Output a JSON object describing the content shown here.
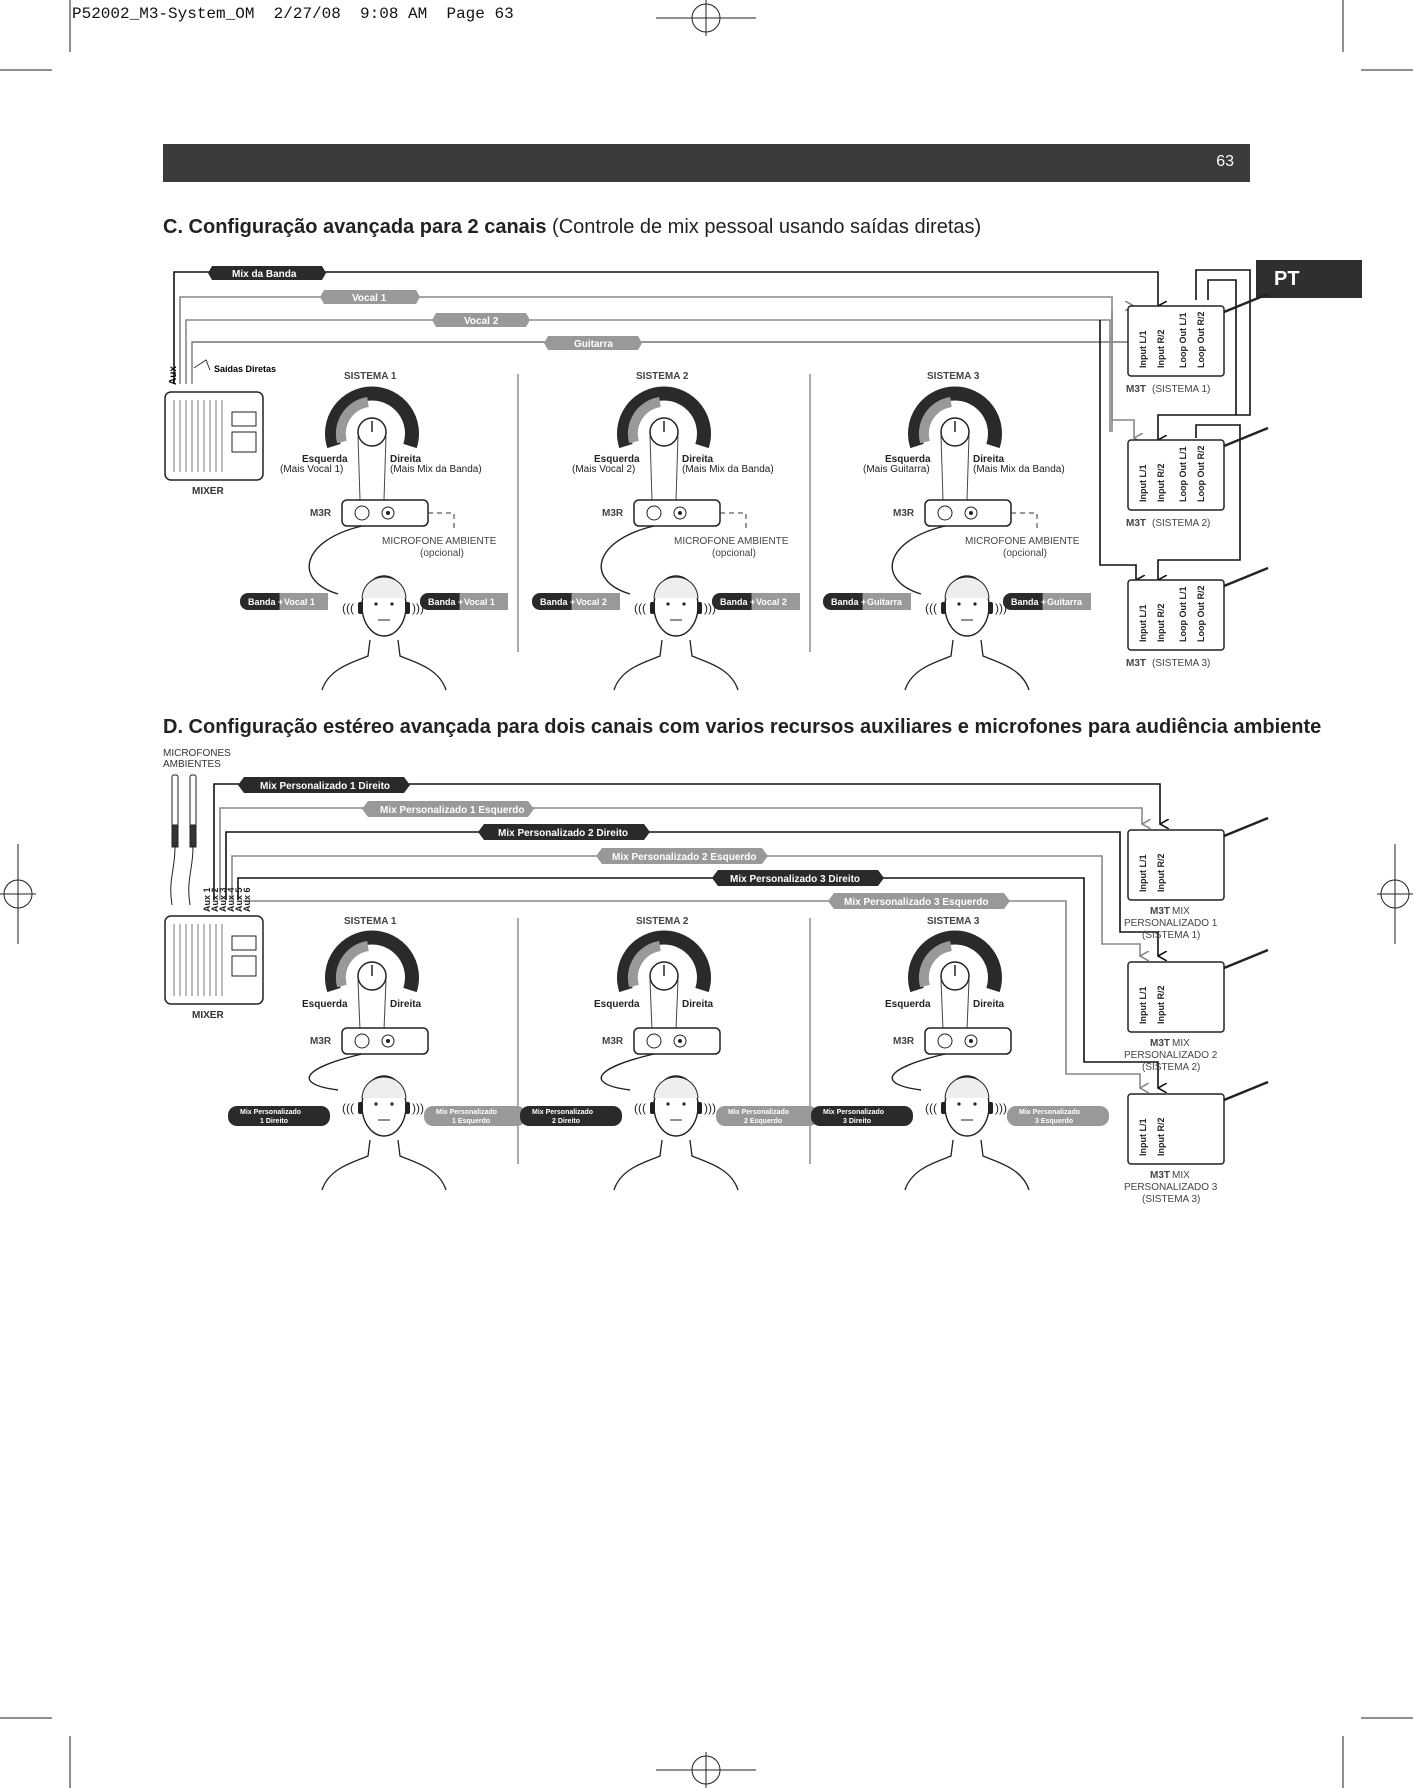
{
  "header": {
    "file_line": "P52002_M3-System_OM  2/27/08  9:08 AM  Page 63",
    "page_number": "63",
    "lang_tab": "PT"
  },
  "section_c": {
    "title_bold": "C.  Configuração avançada para 2 canais",
    "title_normal": " (Controle de mix pessoal usando saídas diretas)",
    "bus_labels": [
      "Mix da Banda",
      "Vocal 1",
      "Vocal 2",
      "Guitarra"
    ],
    "aux_label": "Aux",
    "direct_outs": "Saídas Diretas",
    "mixer_label": "MIXER",
    "systems": [
      {
        "title": "SISTEMA 1",
        "left": "Esquerda",
        "left_sub": "(Mais Vocal 1)",
        "right": "Direita",
        "right_sub": "(Mais Mix da Banda)",
        "m3r": "M3R",
        "mic": "MICROFONE AMBIENTE",
        "mic_sub": "(opcional)",
        "tag_left_a": "Banda +",
        "tag_left_b": "Vocal 1",
        "tag_right_a": "Banda +",
        "tag_right_b": "Vocal 1"
      },
      {
        "title": "SISTEMA 2",
        "left": "Esquerda",
        "left_sub": "(Mais Vocal 2)",
        "right": "Direita",
        "right_sub": "(Mais Mix da Banda)",
        "m3r": "M3R",
        "mic": "MICROFONE AMBIENTE",
        "mic_sub": "(opcional)",
        "tag_left_a": "Banda +",
        "tag_left_b": "Vocal 2",
        "tag_right_a": "Banda +",
        "tag_right_b": "Vocal 2"
      },
      {
        "title": "SISTEMA 3",
        "left": "Esquerda",
        "left_sub": "(Mais Guitarra)",
        "right": "Direita",
        "right_sub": "(Mais Mix da Banda)",
        "m3r": "M3R",
        "mic": "MICROFONE AMBIENTE",
        "mic_sub": "(opcional)",
        "tag_left_a": "Banda +",
        "tag_left_b": "Guitarra",
        "tag_right_a": "Banda +",
        "tag_right_b": "Guitarra"
      }
    ],
    "transmitters": [
      {
        "in1": "Input L/1",
        "in2": "Input R/2",
        "out1": "Loop Out L/1",
        "out2": "Loop Out R/2",
        "label_bold": "M3T",
        "label": " (SISTEMA 1)"
      },
      {
        "in1": "Input L/1",
        "in2": "Input R/2",
        "out1": "Loop Out L/1",
        "out2": "Loop Out R/2",
        "label_bold": "M3T",
        "label": " (SISTEMA 2)"
      },
      {
        "in1": "Input L/1",
        "in2": "Input R/2",
        "out1": "Loop Out L/1",
        "out2": "Loop Out R/2",
        "label_bold": "M3T",
        "label": " (SISTEMA 3)"
      }
    ]
  },
  "section_d": {
    "title_bold": "D.  Configuração estéreo avançada para dois canais com varios recursos auxiliares e microfones para audiência ambiente",
    "ambient_mics_1": "MICROFONES",
    "ambient_mics_2": "AMBIENTES",
    "bus_labels": [
      "Mix Personalizado 1 Direito",
      "Mix Personalizado 1 Esquerdo",
      "Mix Personalizado 2 Direito",
      "Mix Personalizado 2 Esquerdo",
      "Mix Personalizado 3 Direito",
      "Mix Personalizado 3 Esquerdo"
    ],
    "aux_labels": [
      "Aux 1",
      "Aux 2",
      "Aux 3",
      "Aux 4",
      "Aux 5",
      "Aux 6"
    ],
    "mixer_label": "MIXER",
    "systems": [
      {
        "title": "SISTEMA 1",
        "left": "Esquerda",
        "right": "Direita",
        "m3r": "M3R",
        "tag_left_1": "Mix Personalizado",
        "tag_left_2": "1 Direito",
        "tag_right_1": "Mix Personalizado",
        "tag_right_2": "1 Esquerdo"
      },
      {
        "title": "SISTEMA 2",
        "left": "Esquerda",
        "right": "Direita",
        "m3r": "M3R",
        "tag_left_1": "Mix Personalizado",
        "tag_left_2": "2 Direito",
        "tag_right_1": "Mix Personalizado",
        "tag_right_2": "2 Esquerdo"
      },
      {
        "title": "SISTEMA 3",
        "left": "Esquerda",
        "right": "Direita",
        "m3r": "M3R",
        "tag_left_1": "Mix Personalizado",
        "tag_left_2": "3 Direito",
        "tag_right_1": "Mix Personalizado",
        "tag_right_2": "3 Esquerdo"
      }
    ],
    "transmitters": [
      {
        "in1": "Input L/1",
        "in2": "Input R/2",
        "label_bold": "M3T",
        "label_1": " MIX",
        "label_2": "PERSONALIZADO 1",
        "label_3": "(SISTEMA 1)"
      },
      {
        "in1": "Input L/1",
        "in2": "Input R/2",
        "label_bold": "M3T",
        "label_1": " MIX",
        "label_2": "PERSONALIZADO 2",
        "label_3": "(SISTEMA 2)"
      },
      {
        "in1": "Input L/1",
        "in2": "Input R/2",
        "label_bold": "M3T",
        "label_1": " MIX",
        "label_2": "PERSONALIZADO 3",
        "label_3": "(SISTEMA 3)"
      }
    ]
  }
}
